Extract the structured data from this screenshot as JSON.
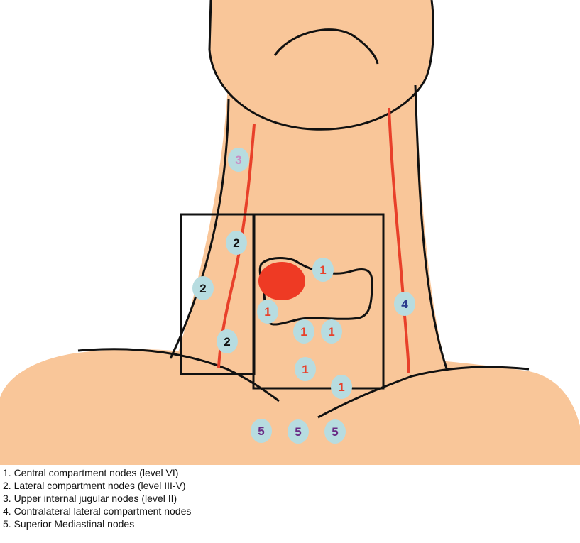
{
  "colors": {
    "skin": "#F9C699",
    "outline": "#111111",
    "vessel": "#E8402A",
    "tumor": "#EE3A24",
    "node_fill": "#B7DCE0"
  },
  "nodes": [
    {
      "label": "3",
      "color": "#C98BC4"
    },
    {
      "label": "2",
      "color": "#111111"
    },
    {
      "label": "2",
      "color": "#111111"
    },
    {
      "label": "2",
      "color": "#111111"
    },
    {
      "label": "1",
      "color": "#E8402A"
    },
    {
      "label": "1",
      "color": "#E8402A"
    },
    {
      "label": "1",
      "color": "#E8402A"
    },
    {
      "label": "1",
      "color": "#E8402A"
    },
    {
      "label": "1",
      "color": "#E8402A"
    },
    {
      "label": "1",
      "color": "#E8402A"
    },
    {
      "label": "4",
      "color": "#2B3A8C"
    },
    {
      "label": "5",
      "color": "#6A2C86"
    },
    {
      "label": "5",
      "color": "#6A2C86"
    },
    {
      "label": "5",
      "color": "#6A2C86"
    }
  ],
  "legend": [
    "1. Central compartment nodes (level VI)",
    "2. Lateral compartment nodes (level III-V)",
    "3. Upper internal jugular nodes (level II)",
    "4. Contralateral lateral compartment nodes",
    "5. Superior Mediastinal nodes"
  ]
}
